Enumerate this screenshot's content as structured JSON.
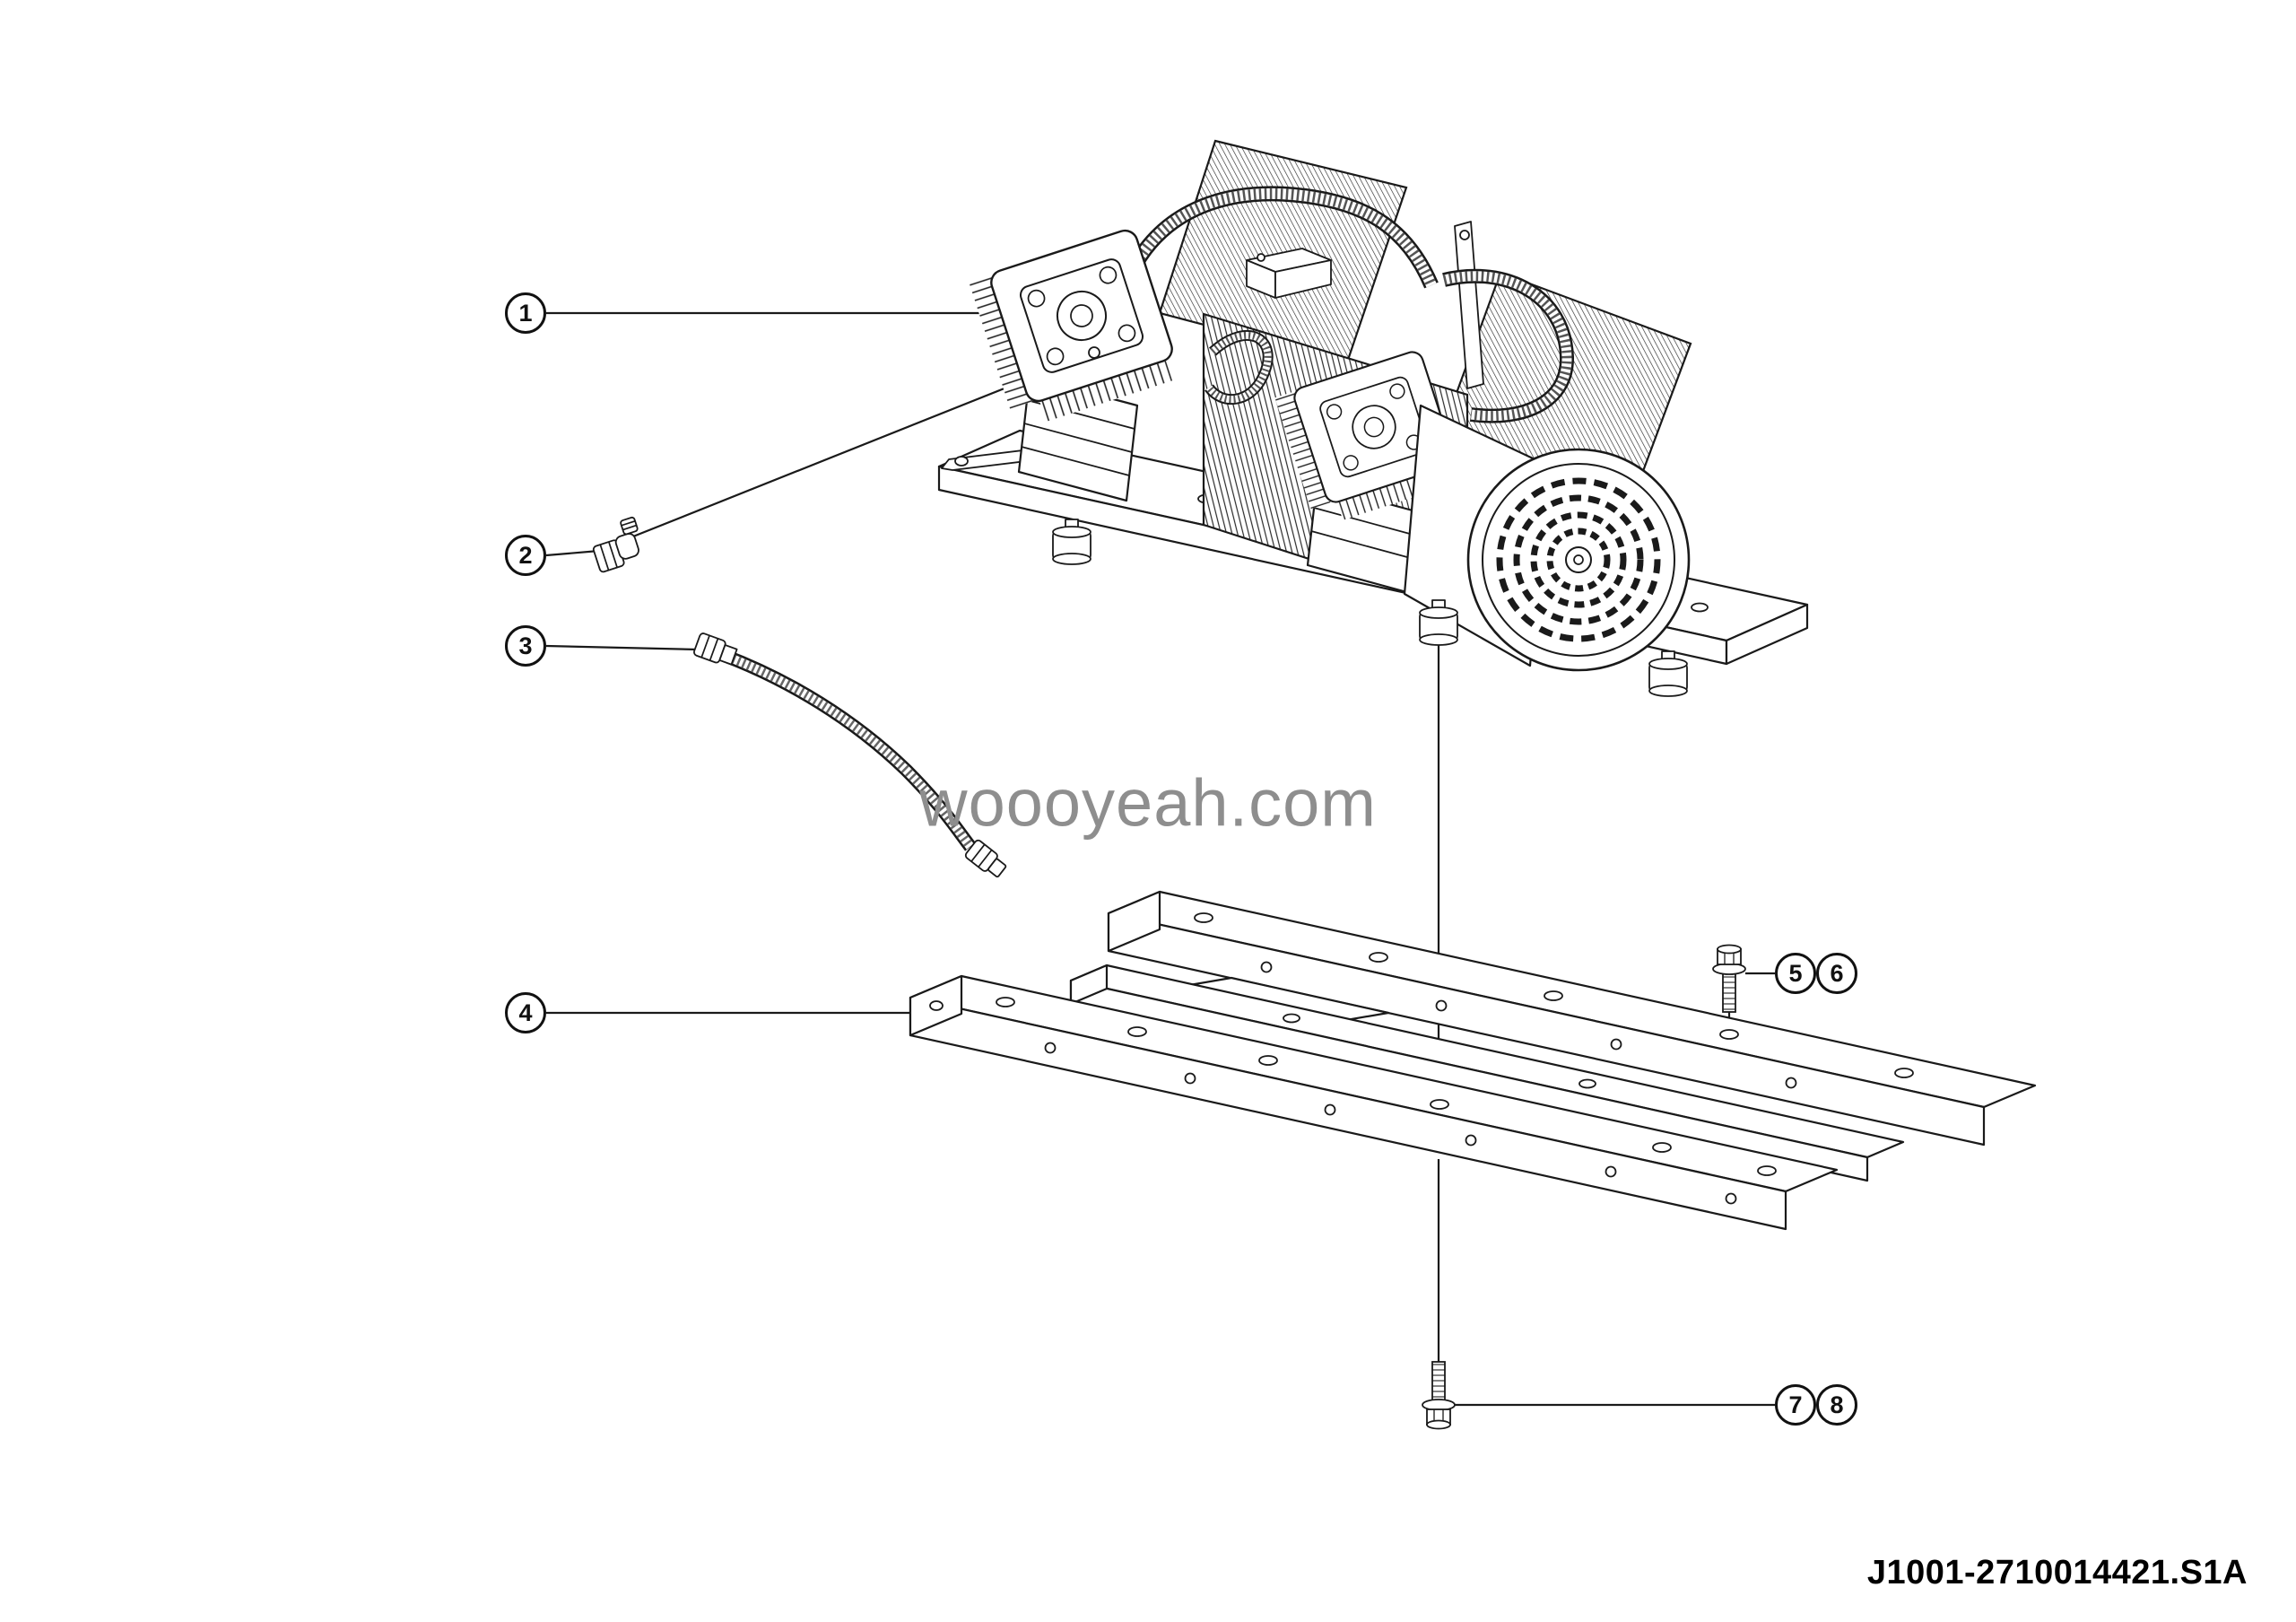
{
  "diagram": {
    "callouts": [
      "1",
      "2",
      "3",
      "4",
      "5",
      "6",
      "7",
      "8"
    ],
    "watermark": "woooyeah.com",
    "part_number": "J1001-2710014421.S1A"
  }
}
